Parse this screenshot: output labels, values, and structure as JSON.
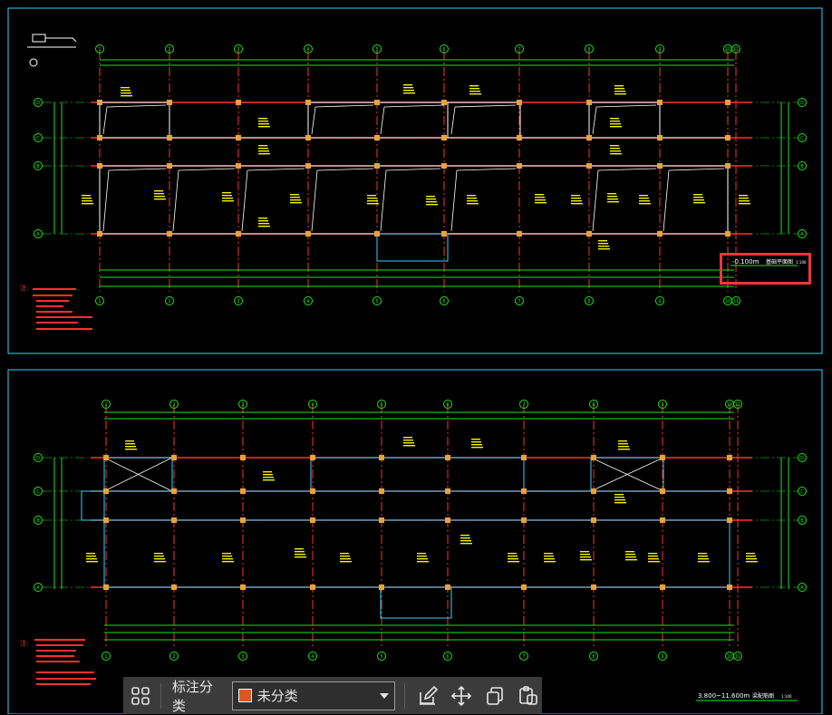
{
  "drawing": {
    "top_plan": {
      "axis_numbers": [
        "1",
        "2",
        "3",
        "4",
        "5",
        "6",
        "7",
        "8",
        "9",
        "10",
        "11"
      ],
      "axis_letters": [
        "A",
        "B",
        "C",
        "D"
      ],
      "elevation_label": "-0.100m",
      "title_label": "基础平面图",
      "scale_label": "1:100"
    },
    "bottom_plan": {
      "elevation_label": "3.800~11.600m",
      "title_label": "梁配筋图",
      "scale_label": "1:100"
    }
  },
  "toolbar": {
    "category_label": "标注分类",
    "selected_category": "未分类",
    "selected_color": "#e2561d",
    "icons": {
      "grid": "grid-icon",
      "edit": "edit-icon",
      "move": "move-icon",
      "copy": "copy-icon",
      "paste": "paste-icon"
    }
  }
}
